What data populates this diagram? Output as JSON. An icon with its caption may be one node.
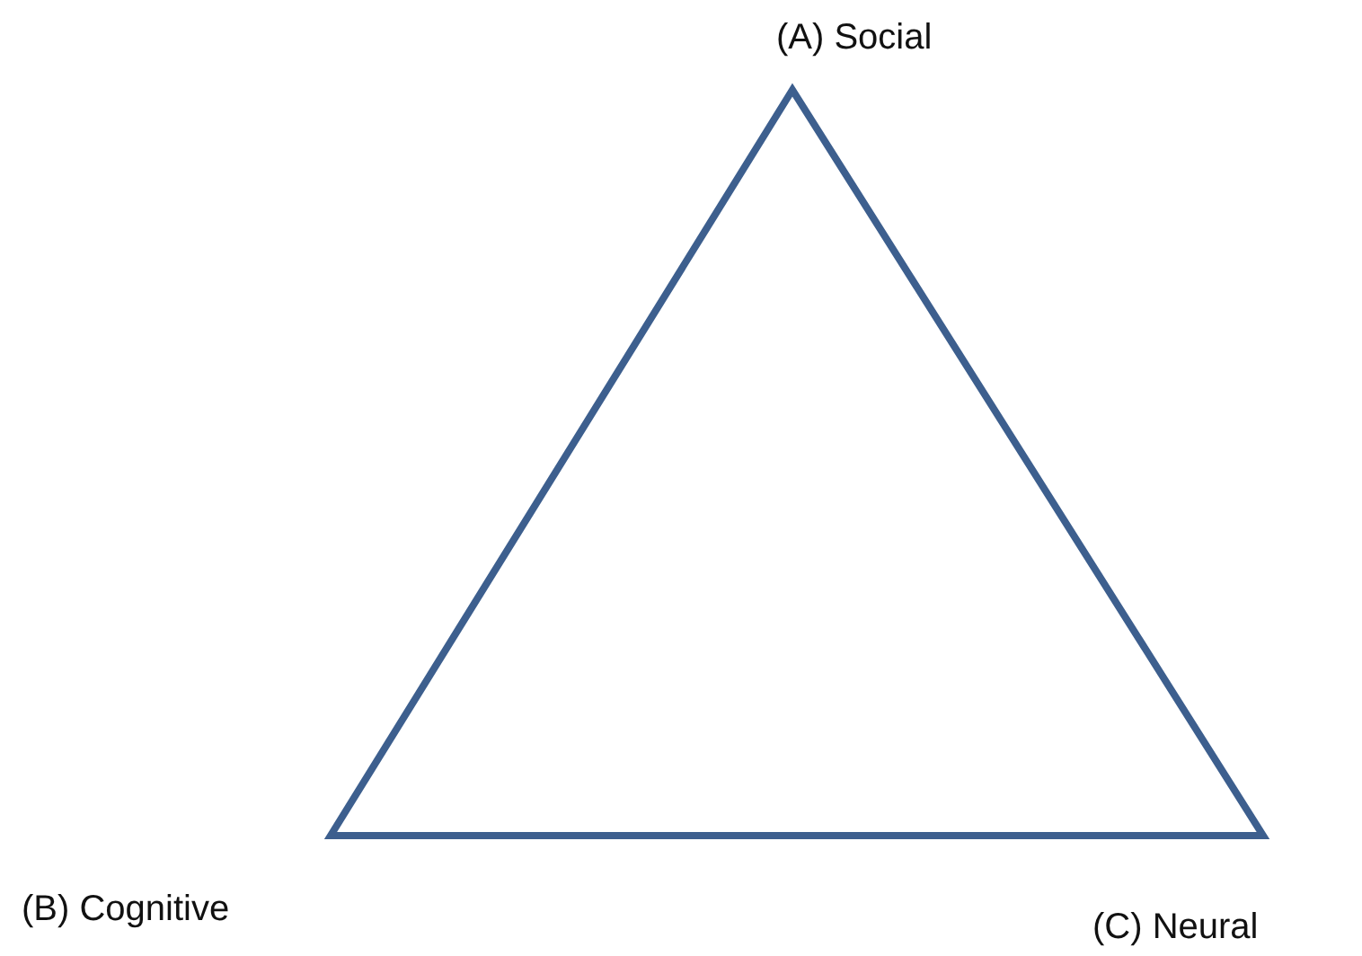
{
  "diagram": {
    "labels": [
      "(A) Social",
      "(B) Cognitive",
      "(C) Neural"
    ]
  }
}
